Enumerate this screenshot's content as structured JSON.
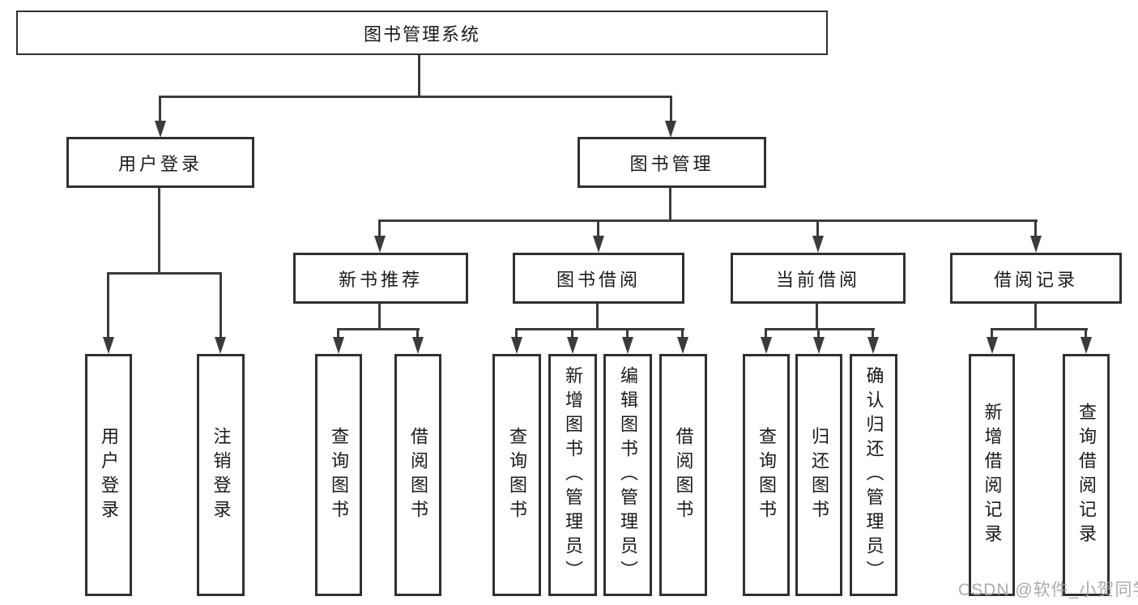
{
  "colors": {
    "bg": "#ffffff",
    "line": "#3b3b3b",
    "border": "#303030",
    "text": "#1a1a1a",
    "watermark": "#a2a2a2"
  },
  "watermark": {
    "text": "CSDN @软件_小贺同学"
  },
  "diagram": {
    "root": {
      "label": "图书管理系统"
    },
    "level2": {
      "user_login": {
        "label": "用户登录"
      },
      "book_management": {
        "label": "图书管理"
      }
    },
    "level3": {
      "new_book_recommendation": {
        "label": "新书推荐"
      },
      "book_borrowing": {
        "label": "图书借阅"
      },
      "current_borrowing": {
        "label": "当前借阅"
      },
      "borrowing_records": {
        "label": "借阅记录"
      }
    },
    "leaves": {
      "a1": {
        "label": "用户登录"
      },
      "a2": {
        "label": "注销登录"
      },
      "b1": {
        "label": "查询图书"
      },
      "b2": {
        "label": "借阅图书"
      },
      "c1": {
        "label": "查询图书"
      },
      "c2": {
        "label": "新增图书（管理员）"
      },
      "c3": {
        "label": "编辑图书（管理员）"
      },
      "c4": {
        "label": "借阅图书"
      },
      "d1": {
        "label": "查询图书"
      },
      "d2": {
        "label": "归还图书"
      },
      "d3": {
        "label": "确认归还（管理员）"
      },
      "e1": {
        "label": "新增借阅记录"
      },
      "e2": {
        "label": "查询借阅记录"
      }
    }
  }
}
